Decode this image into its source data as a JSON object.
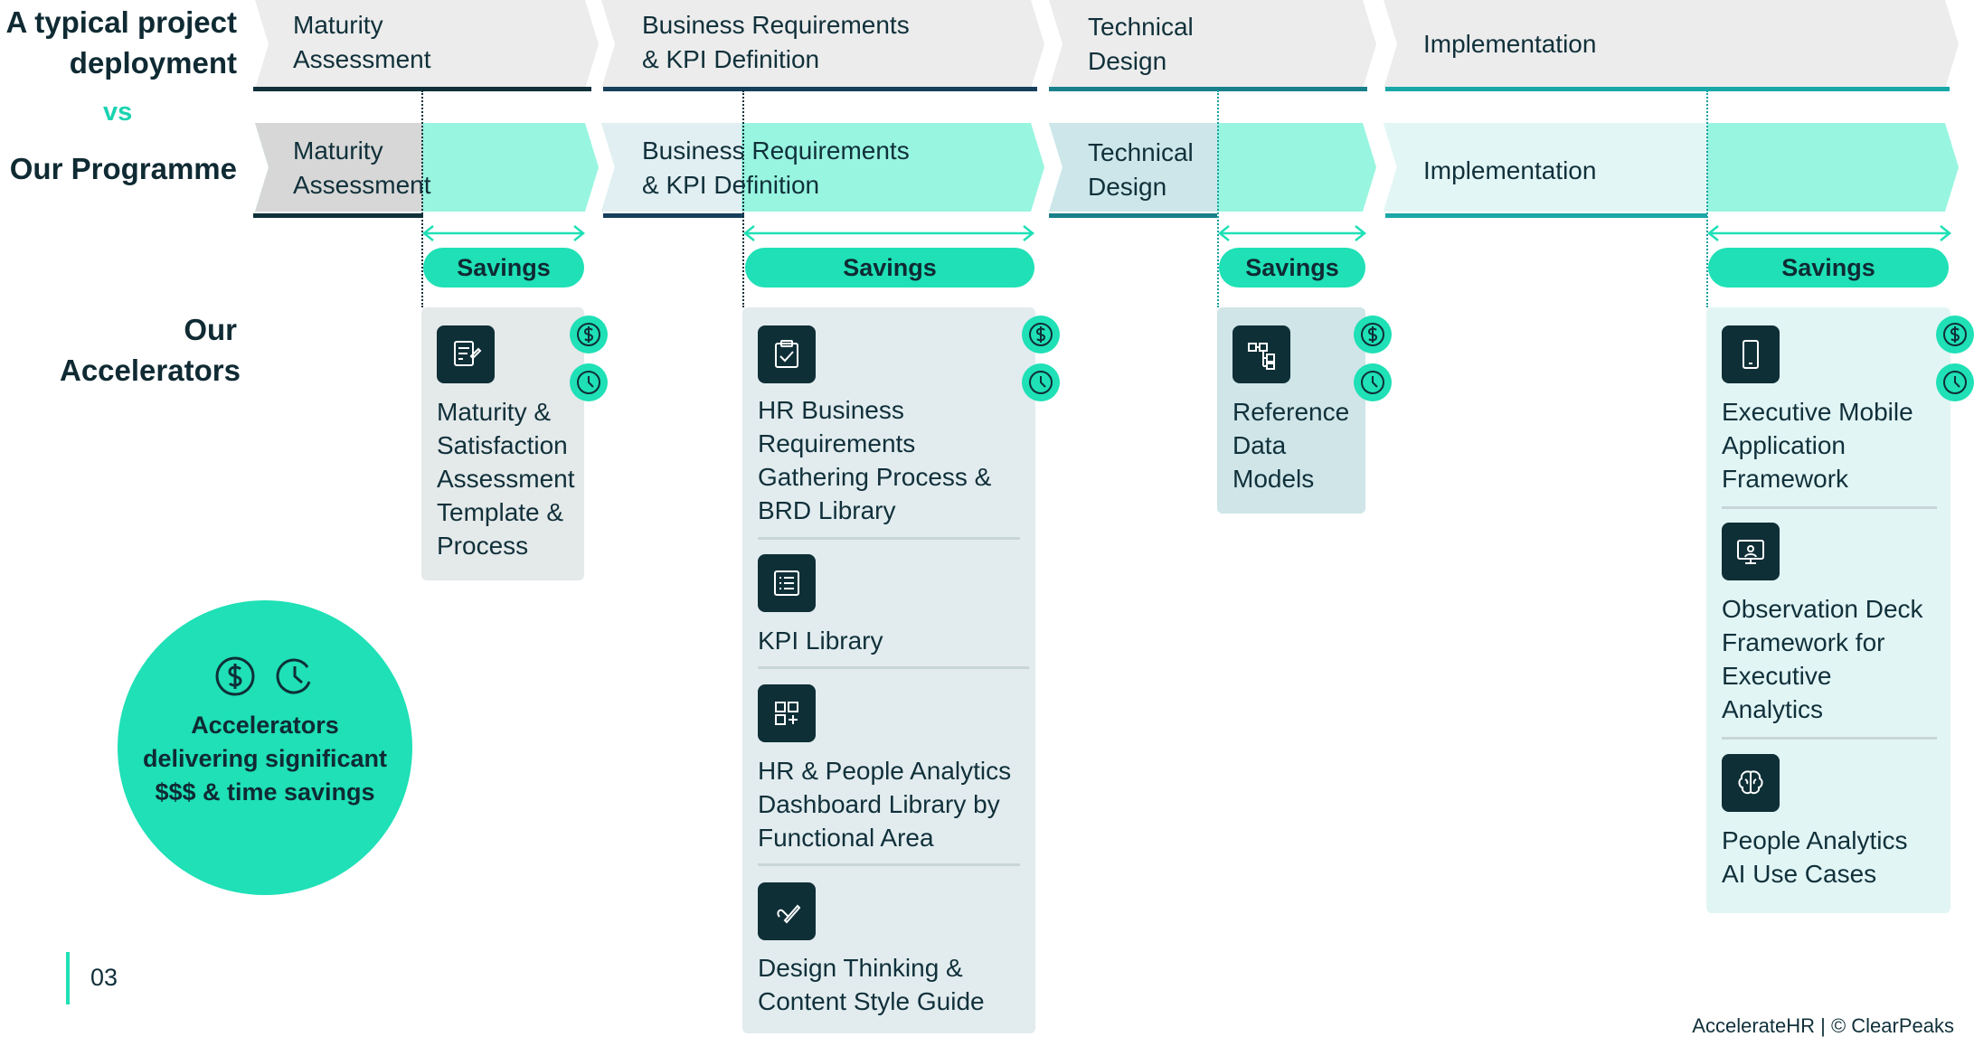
{
  "labels": {
    "typical": "A typical project deployment",
    "vs": "vs",
    "programme": "Our Programme",
    "accelerators": "Our Accelerators"
  },
  "stages": [
    {
      "name": "Maturity\nAssessment"
    },
    {
      "name": "Business Requirements\n& KPI Definition"
    },
    {
      "name": "Technical\nDesign"
    },
    {
      "name": "Implementation"
    }
  ],
  "savings_label": "Savings",
  "accelerators": [
    {
      "items": [
        "Maturity &\nSatisfaction\nAssessment\nTemplate &\nProcess"
      ]
    },
    {
      "items": [
        "HR Business\nRequirements\nGathering Process &\nBRD Library",
        "KPI Library",
        "HR & People Analytics\nDashboard Library by\nFunctional Area",
        "Design Thinking &\nContent Style Guide"
      ]
    },
    {
      "items": [
        "Reference\nData\nModels"
      ]
    },
    {
      "items": [
        "Executive Mobile\nApplication\nFramework",
        "Observation Deck\nFramework for\nExecutive\nAnalytics",
        "People Analytics\nAI Use Cases"
      ]
    }
  ],
  "callout": "Accelerators\ndelivering significant\n$$$ & time savings",
  "page_number": "03",
  "footer": "AccelerateHR | © ClearPeaks",
  "colors": {
    "accent": "#1fe0b6",
    "dark": "#0f2f37",
    "mint": "#98f5e0",
    "grey": "#ececec"
  },
  "icons": [
    "document-pen-icon",
    "clipboard-check-icon",
    "hierarchy-icon",
    "mobile-phone-icon",
    "monitor-person-icon",
    "list-icon",
    "dashboard-add-icon",
    "brain-icon",
    "link-pen-icon",
    "dollar-icon",
    "clock-icon"
  ]
}
